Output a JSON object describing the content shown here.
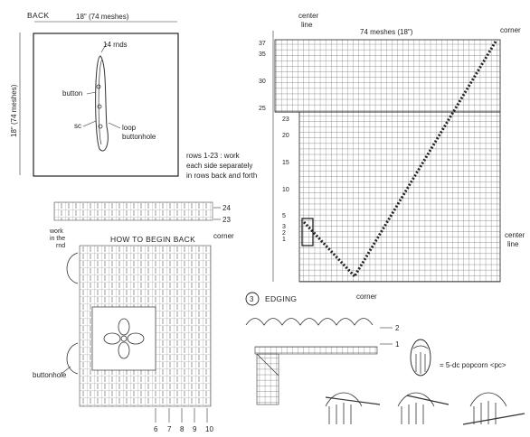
{
  "back": {
    "title": "BACK",
    "width_label": "18\" (74 meshes)",
    "height_label": "18\" (74 meshes)",
    "rnds_label": "14 rnds",
    "button_label": "button",
    "sc_label": "sc",
    "loop_label_1": "loop",
    "loop_label_2": "buttonhole"
  },
  "note": {
    "line1": "rows 1-23 : work",
    "line2": "each side separately",
    "line3": "in rows back and forth"
  },
  "grid": {
    "center_line_label_1": "center",
    "center_line_label_2": "line",
    "meshes_label": "74 meshes (18\")",
    "corner_top": "corner",
    "corner_bottom": "corner",
    "right_center_1": "center",
    "right_center_2": "line",
    "row_numbers": [
      "37",
      "35",
      "30",
      "25",
      "23",
      "20",
      "15",
      "10",
      "5",
      "3",
      "2",
      "1"
    ]
  },
  "begin": {
    "row24": "24",
    "row23": "23",
    "work_label_1": "work",
    "work_label_2": "in the",
    "work_label_3": "rnd",
    "title": "HOW TO BEGIN BACK",
    "corner": "corner",
    "buttonhole": "buttonhole",
    "bottom_numbers": [
      "6",
      "7",
      "8",
      "9",
      "10"
    ]
  },
  "edging": {
    "number": "3",
    "title": "EDGING",
    "row2": "2",
    "row1": "1",
    "legend": "= 5-dc popcorn <pc>"
  }
}
